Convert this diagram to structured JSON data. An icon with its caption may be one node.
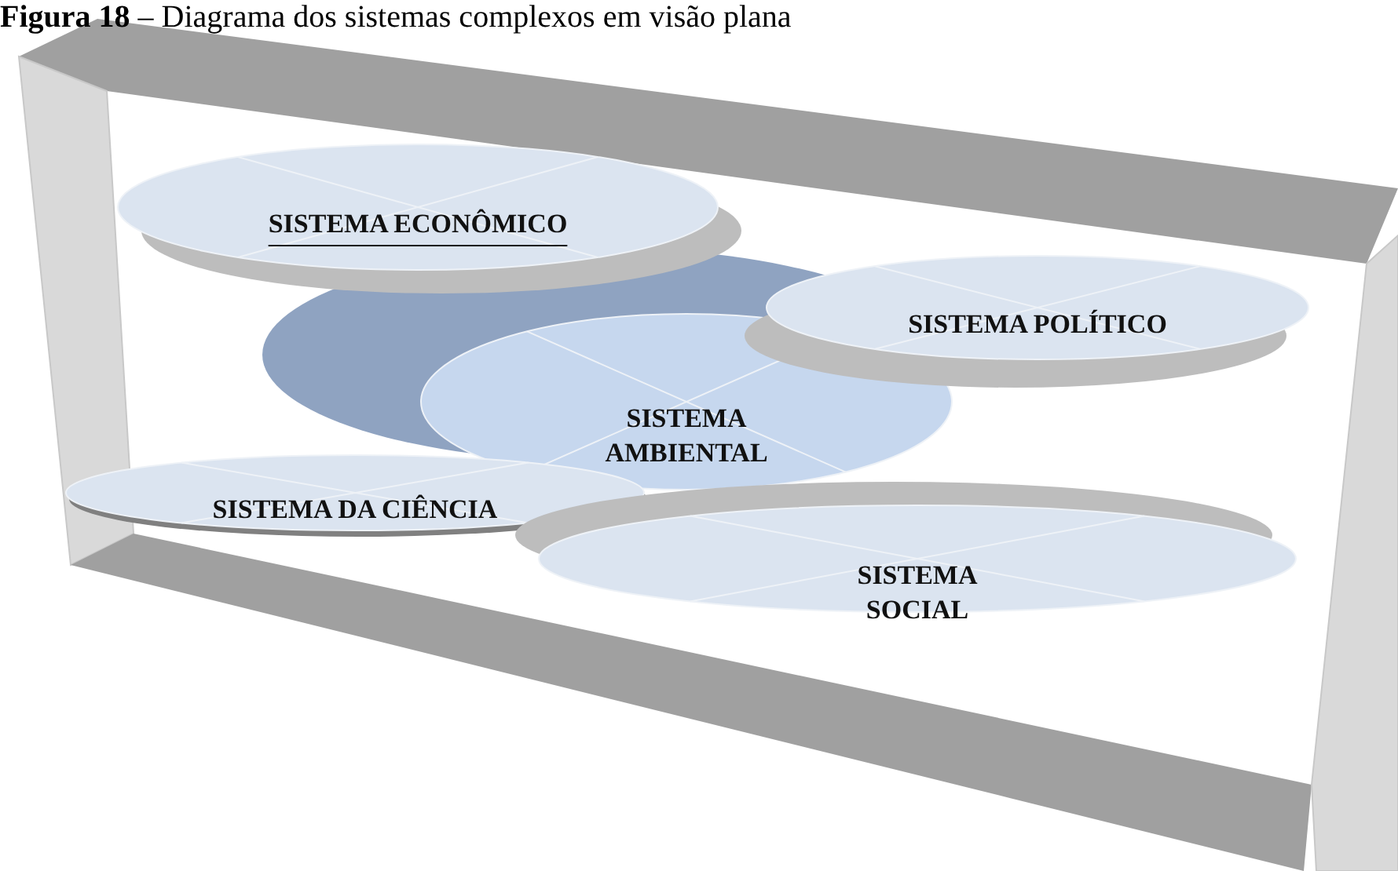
{
  "diagram": {
    "title": "**Figura 18** – Diagrama dos sistemas complexos em visão plana",
    "nodes": [
      {
        "text": [
          "SISTEMA ECONÔMICO"
        ]
      },
      {
        "text": [
          "SISTEMA POLÍTICO"
        ]
      },
      {
        "text": [
          "SISTEMA AMBIENTAL"
        ]
      },
      {
        "text": [
          "SISTEMA DA CIÊNCIA"
        ]
      },
      {
        "text": [
          "SISTEMA SOCIAL"
        ]
      }
    ]
  }
}
